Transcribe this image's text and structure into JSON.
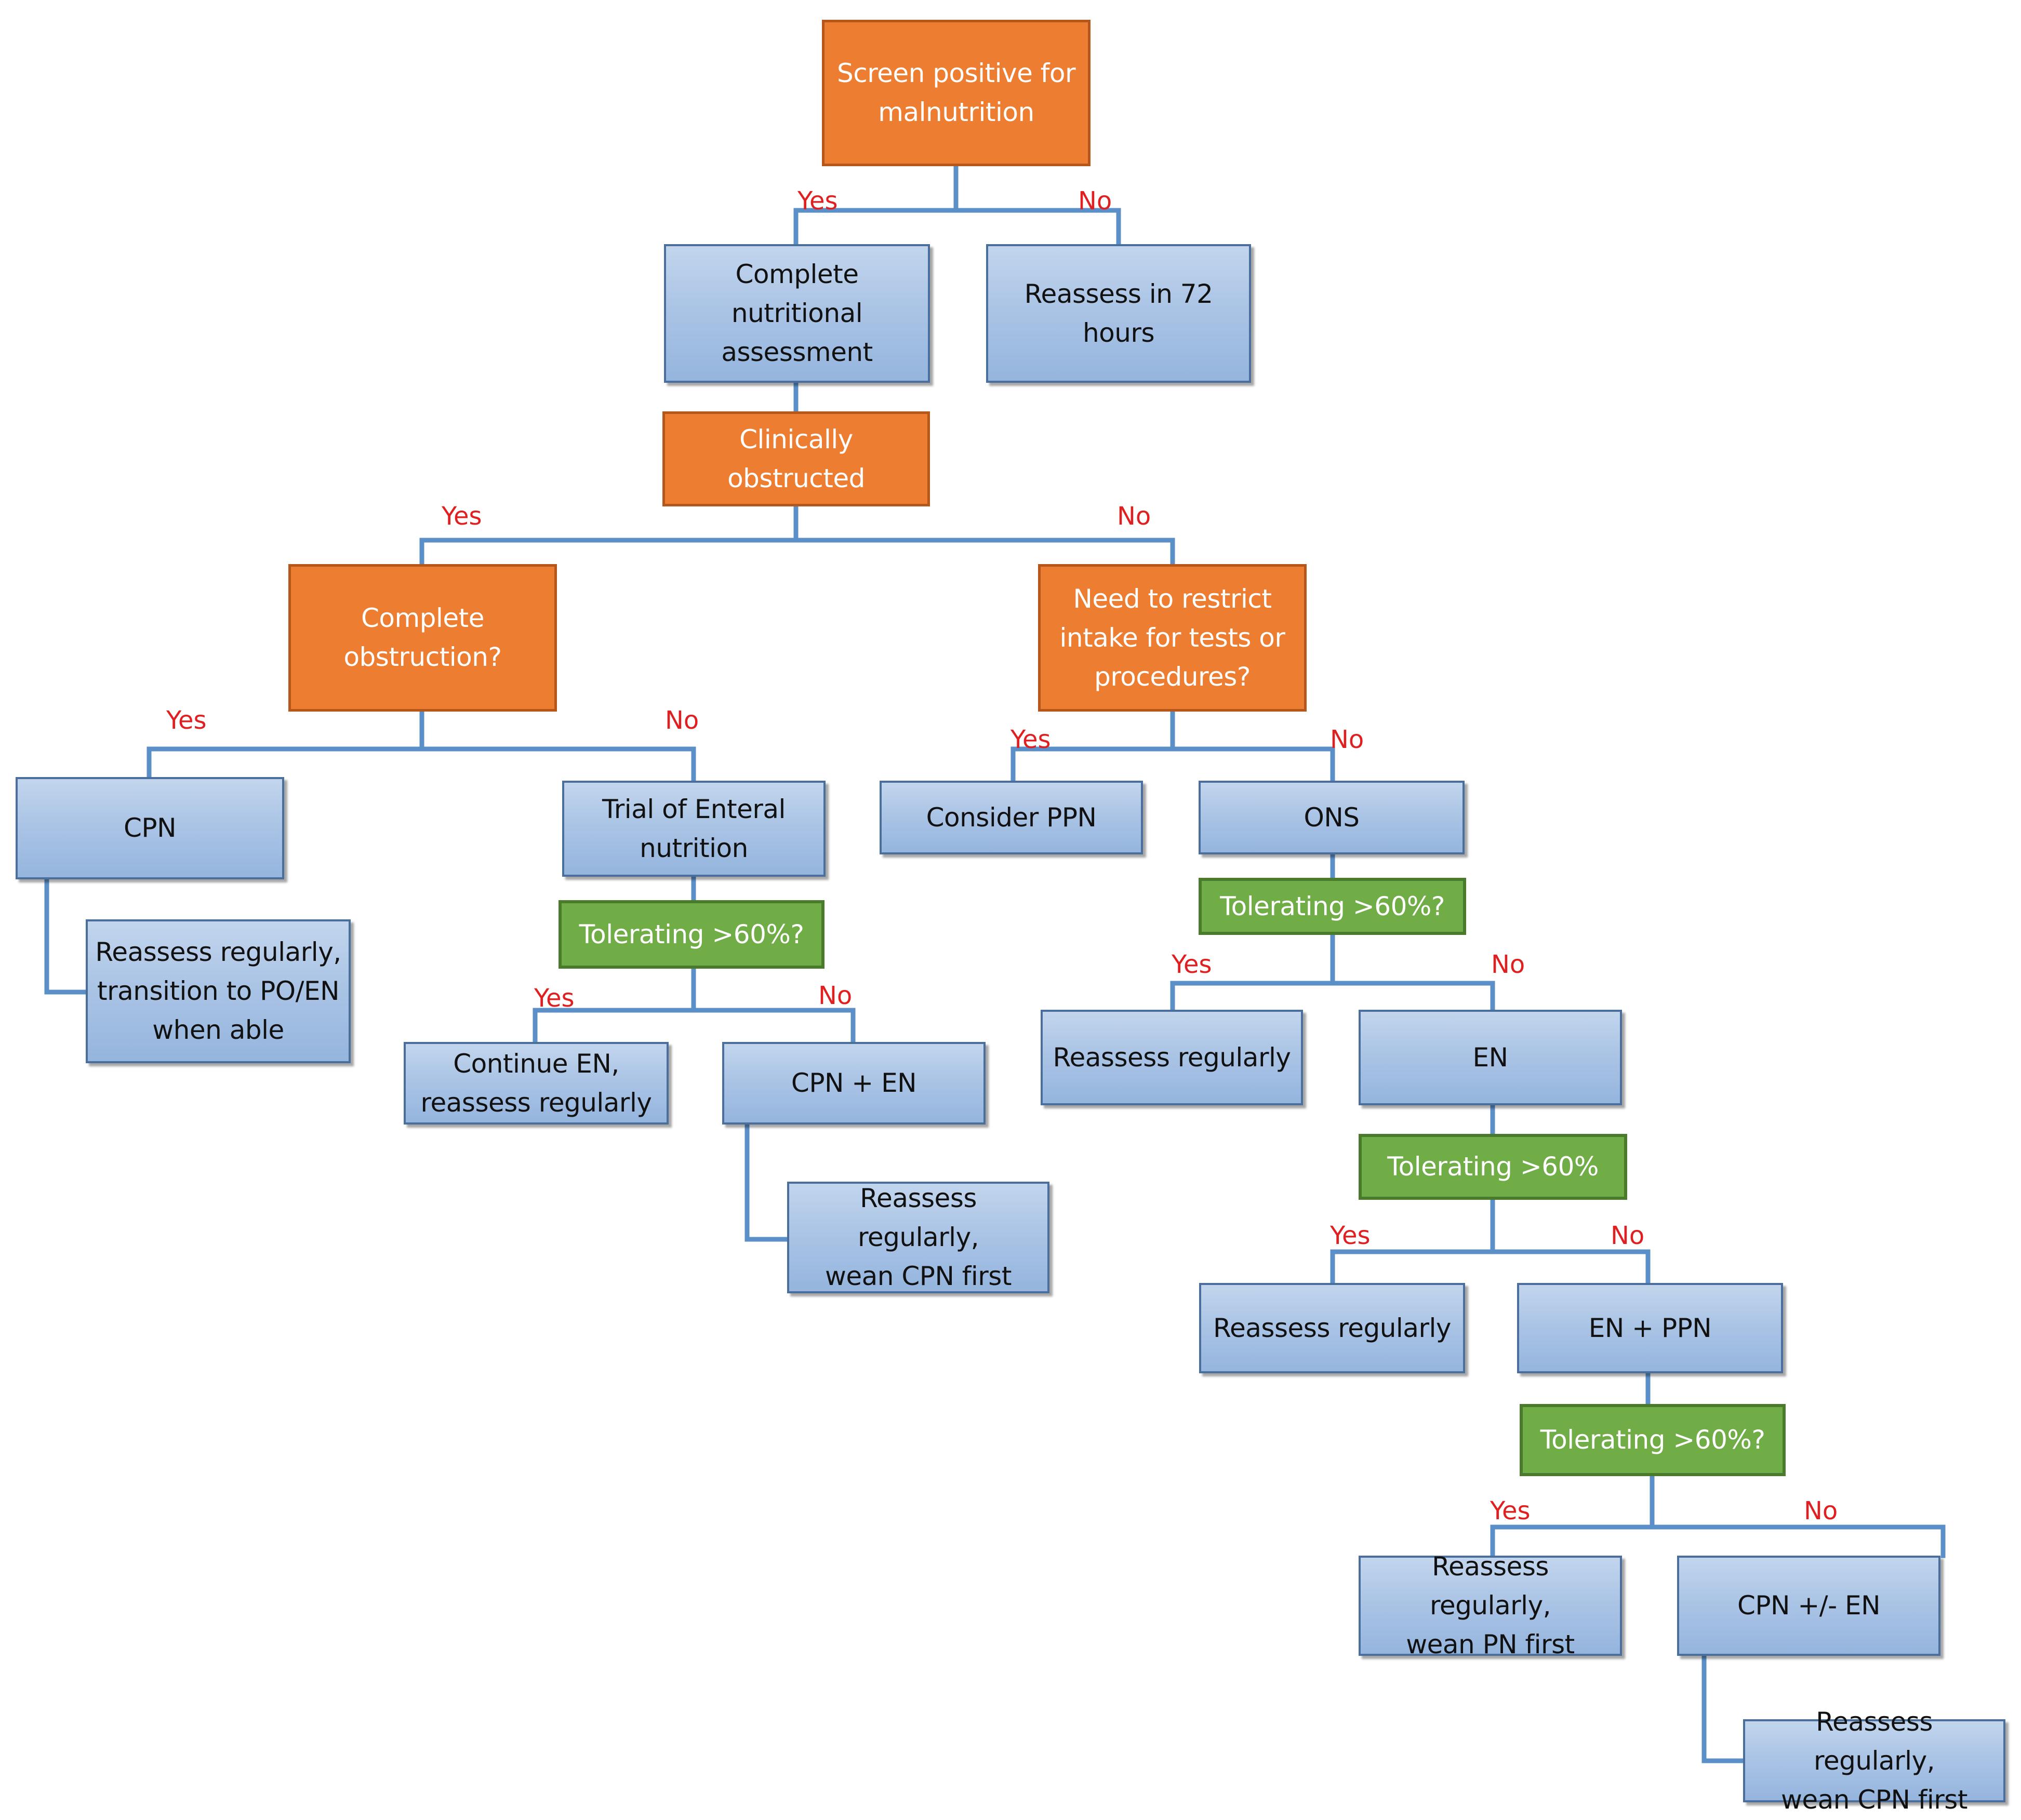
{
  "flowchart": {
    "nodes": {
      "screen": "Screen positive for\nmalnutrition",
      "complete_assessment": "Complete\nnutritional\nassessment",
      "reassess_72": "Reassess in 72\nhours",
      "clinically_obstructed": "Clinically\nobstructed",
      "complete_obstruction": "Complete\nobstruction?",
      "need_restrict": "Need to restrict\nintake for tests or\nprocedures?",
      "cpn": "CPN",
      "reassess_po_en": "Reassess regularly,\ntransition to PO/EN\nwhen able",
      "trial_enteral": "Trial of Enteral\nnutrition",
      "tolerating_1": "Tolerating >60%?",
      "continue_en": "Continue EN,\nreassess regularly",
      "cpn_en": "CPN + EN",
      "reassess_wean_cpn_1": "Reassess regularly,\nwean CPN first",
      "consider_ppn": "Consider PPN",
      "ons": "ONS",
      "tolerating_2": "Tolerating >60%?",
      "reassess_regularly_1": "Reassess regularly",
      "en": "EN",
      "tolerating_3": "Tolerating >60%",
      "reassess_regularly_2": "Reassess regularly",
      "en_ppn": "EN + PPN",
      "tolerating_4": "Tolerating >60%?",
      "reassess_wean_pn": "Reassess regularly,\nwean PN first",
      "cpn_pm_en": "CPN +/- EN",
      "reassess_wean_cpn_2": "Reassess regularly,\nwean CPN first"
    },
    "edge_labels": {
      "yes": "Yes",
      "no": "No"
    },
    "colors": {
      "decision": "#ed7d31",
      "check": "#70ad47",
      "process": "#a9c3e5",
      "connector": "#5b8fc7",
      "label": "#e02020"
    }
  }
}
